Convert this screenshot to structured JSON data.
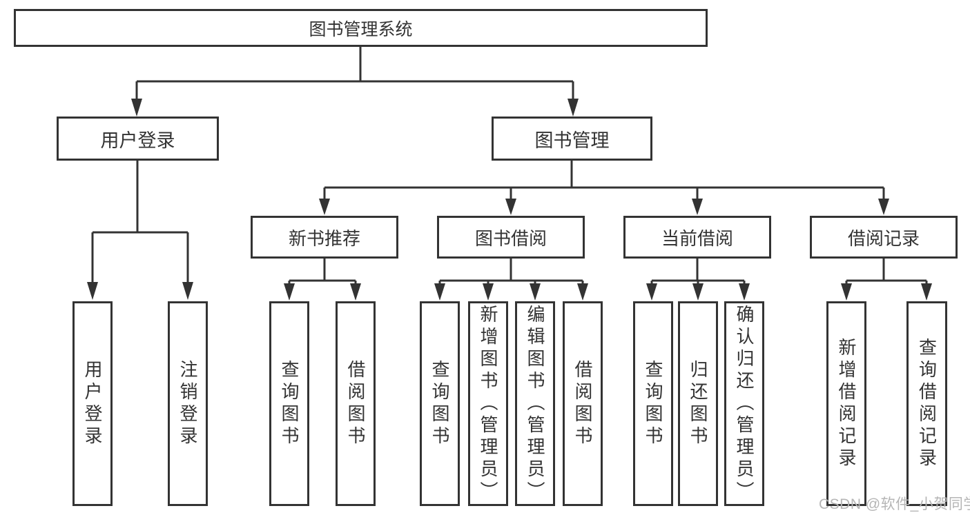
{
  "diagram": {
    "title": "图书管理系统",
    "watermark": "CSDN @软件_小贺同学",
    "colors": {
      "line": "#333333",
      "box_border": "#333333",
      "text": "#333333",
      "watermark": "#b5b5b5",
      "background": "#ffffff"
    },
    "nodes": {
      "root": {
        "label": "图书管理系统",
        "parent": null
      },
      "user_login": {
        "label": "用户登录",
        "parent": "root"
      },
      "book_mgmt": {
        "label": "图书管理",
        "parent": "root"
      },
      "new_book_rec": {
        "label": "新书推荐",
        "parent": "book_mgmt"
      },
      "book_borrow": {
        "label": "图书借阅",
        "parent": "book_mgmt"
      },
      "current_borrow": {
        "label": "当前借阅",
        "parent": "book_mgmt"
      },
      "borrow_records": {
        "label": "借阅记录",
        "parent": "book_mgmt"
      },
      "leaf_user_login": {
        "label": "用户登录",
        "parent": "user_login"
      },
      "leaf_logout": {
        "label": "注销登录",
        "parent": "user_login"
      },
      "leaf_query_book_1": {
        "label": "查询图书",
        "parent": "new_book_rec"
      },
      "leaf_borrow_book_1": {
        "label": "借阅图书",
        "parent": "new_book_rec"
      },
      "leaf_query_book_2": {
        "label": "查询图书",
        "parent": "book_borrow"
      },
      "leaf_add_book": {
        "label": "新增图书（管理员）",
        "parent": "book_borrow"
      },
      "leaf_edit_book": {
        "label": "编辑图书（管理员）",
        "parent": "book_borrow"
      },
      "leaf_borrow_book_2": {
        "label": "借阅图书",
        "parent": "book_borrow"
      },
      "leaf_query_book_3": {
        "label": "查询图书",
        "parent": "current_borrow"
      },
      "leaf_return_book": {
        "label": "归还图书",
        "parent": "current_borrow"
      },
      "leaf_confirm_return": {
        "label": "确认归还（管理员）",
        "parent": "current_borrow"
      },
      "leaf_add_record": {
        "label": "新增借阅记录",
        "parent": "borrow_records"
      },
      "leaf_query_record": {
        "label": "查询借阅记录",
        "parent": "borrow_records"
      }
    }
  }
}
